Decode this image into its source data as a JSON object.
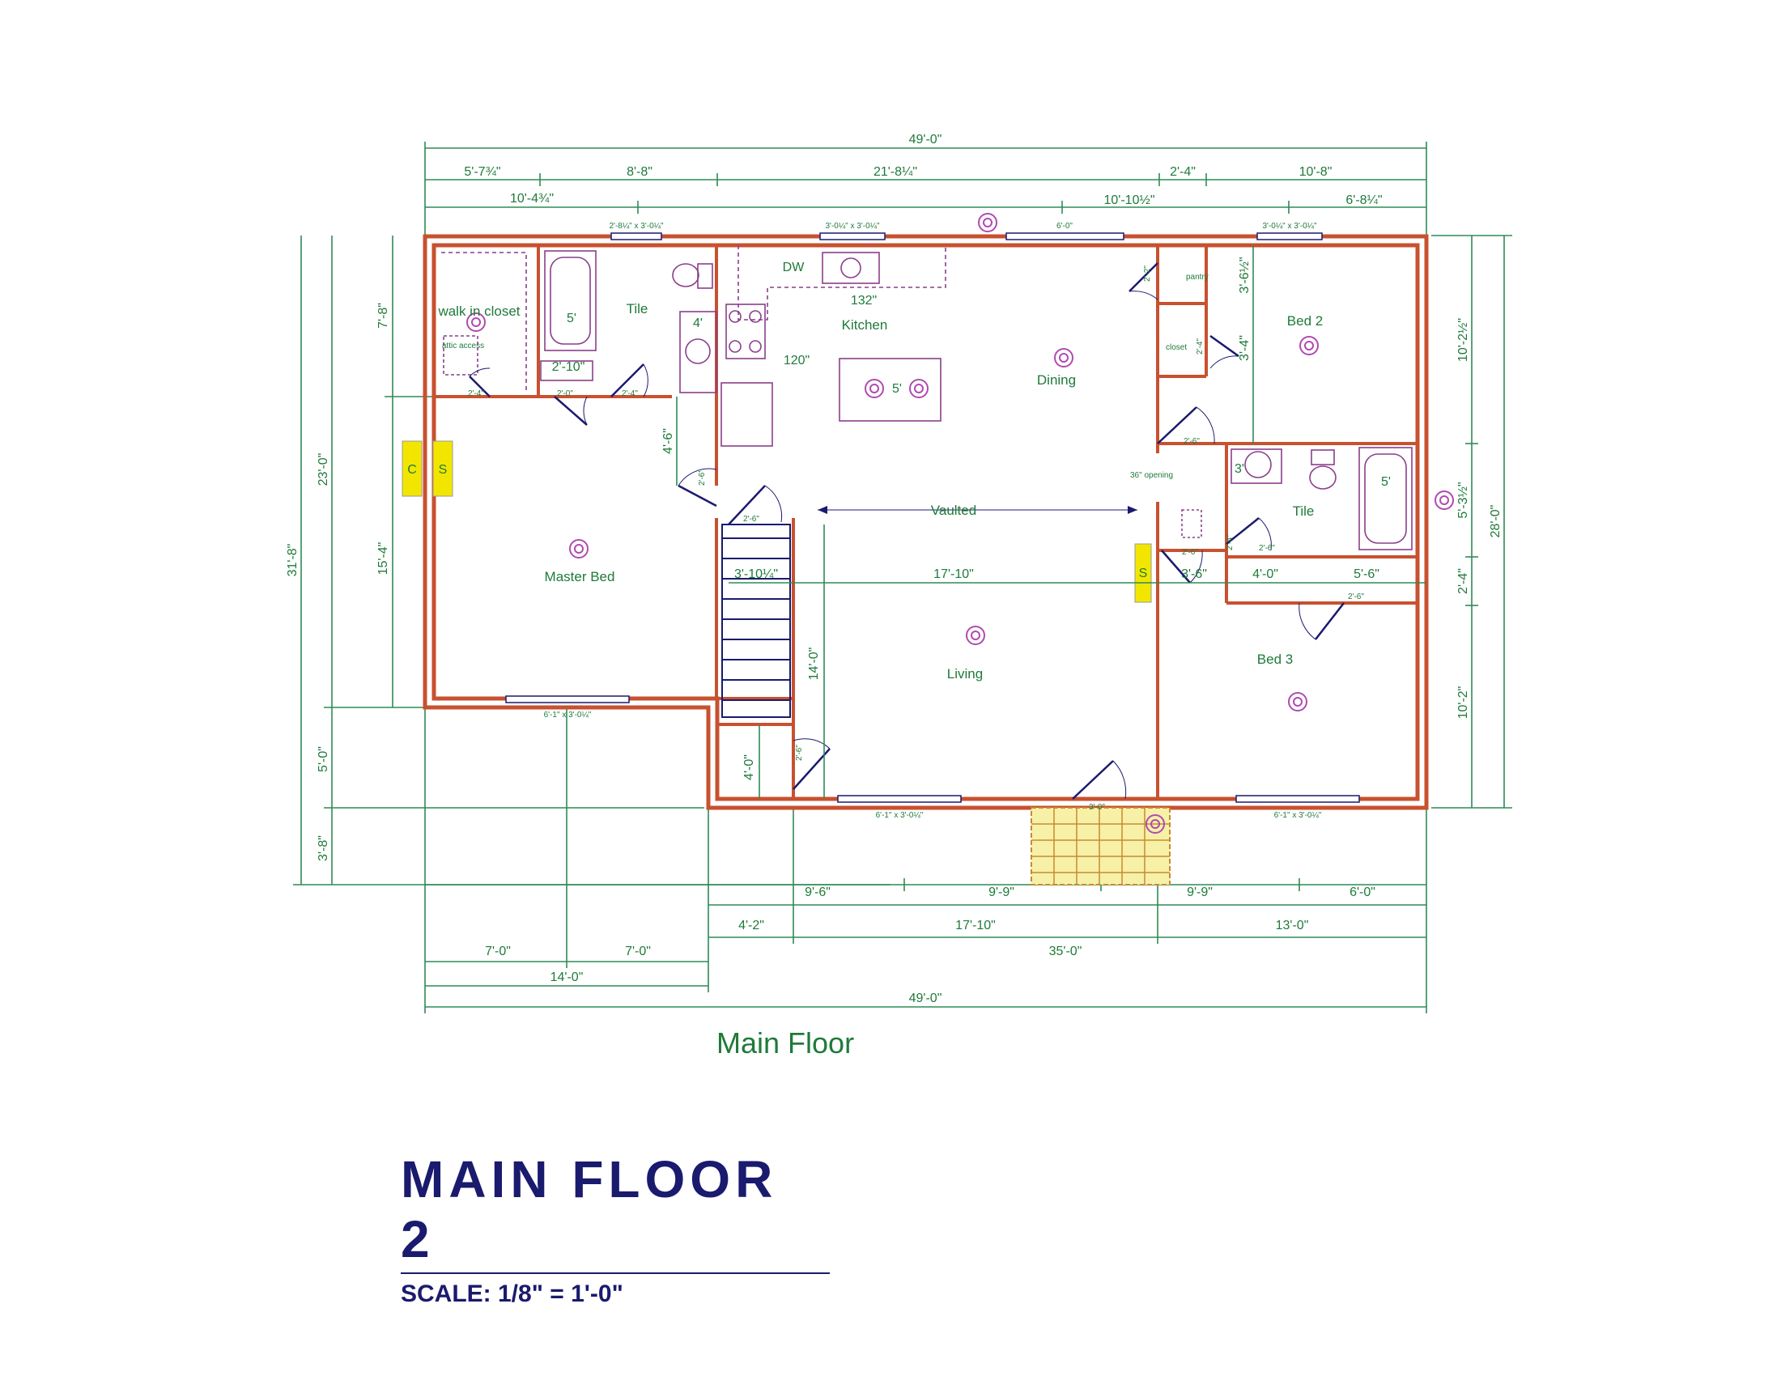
{
  "overall_dims": {
    "top_total": "49'-0\"",
    "bottom_total": "49'-0\"",
    "left_total": "31'-8\"",
    "right_total": "28'-0\""
  },
  "top_dims": [
    "5'-7¾\"",
    "8'-8\"",
    "21'-8¼\"",
    "2'-4\"",
    "10'-8\"",
    "10'-4¾\"",
    "10'-10½\"",
    "6'-8¼\""
  ],
  "left_dims": [
    "7'-8\"",
    "23'-0\"",
    "15'-4\"",
    "5'-0\"",
    "3'-8\""
  ],
  "right_dims": [
    "10'-2½\"",
    "5'-3½\"",
    "2'-4\"",
    "10'-2\""
  ],
  "bottom_dims": [
    "9'-6\"",
    "9'-9\"",
    "9'-9\"",
    "6'-0\"",
    "4'-2\"",
    "17'-10\"",
    "13'-0\"",
    "7'-0\"",
    "7'-0\"",
    "35'-0\"",
    "14'-0\""
  ],
  "windows": [
    "2'-8¼\" x 3'-0¼\"",
    "3'-0¼\" x 3'-0¼\"",
    "6'-0\"",
    "3'-0¼\" x 3'-0¼\"",
    "6'-1\" x 3'-0¼\"",
    "6'-1\" x 3'-0¼\"",
    "6'-1\" x 3'-0¼\""
  ],
  "rooms": {
    "closet": "walk in closet",
    "attic": "attic access",
    "bath1": "Tile",
    "kitchen": "Kitchen",
    "dining": "Dining",
    "bed2": "Bed 2",
    "bath2": "Tile",
    "master": "Master Bed",
    "living": "Living",
    "bed3": "Bed 3",
    "pantry": "pantry",
    "closet2": "closet"
  },
  "notes": {
    "vaulted": "Vaulted",
    "living_width": "17'-10\"",
    "kitchen_w": "132\"",
    "kitchen_d": "120\"",
    "island": "5'",
    "tub1": "5'",
    "fridge": "4'",
    "tub2": "5'",
    "vanity2": "3'",
    "stair_w": "3'-10¼\"",
    "stair_len": "14'-0\"",
    "hall": "3'-6\"",
    "bath2_w": "4'-0\"",
    "bed3_w": "5'-6\"",
    "opening": "36\" opening",
    "dw": "DW",
    "bath_depth": "2'-10\"",
    "pantry_h": "3'-6½\"",
    "closet_h": "3'-4\"",
    "hall_h": "4'-6\"",
    "mech_h": "4'-0\"",
    "c": "C",
    "s": "S"
  },
  "door_labels": [
    "2'-4\"",
    "2'-0\"",
    "2'-4\"",
    "2'-6\"",
    "2'-6\"",
    "2'-6\"",
    "2'-6\"",
    "2'-4\"",
    "2'-6\"",
    "2'-6\"",
    "2'-6\"",
    "3'-0\"",
    "2'-2\"",
    "2'-4\""
  ],
  "footer": {
    "floor_label": "Main Floor",
    "title": "MAIN FLOOR 2",
    "scale": "SCALE: 1/8\" = 1'-0\""
  },
  "colors": {
    "walls": "#c8512f",
    "dimensions": "#1f7a3a",
    "fixtures": "#8a3f8a",
    "title": "#1a1a6e",
    "outlet": "#f2e600"
  }
}
